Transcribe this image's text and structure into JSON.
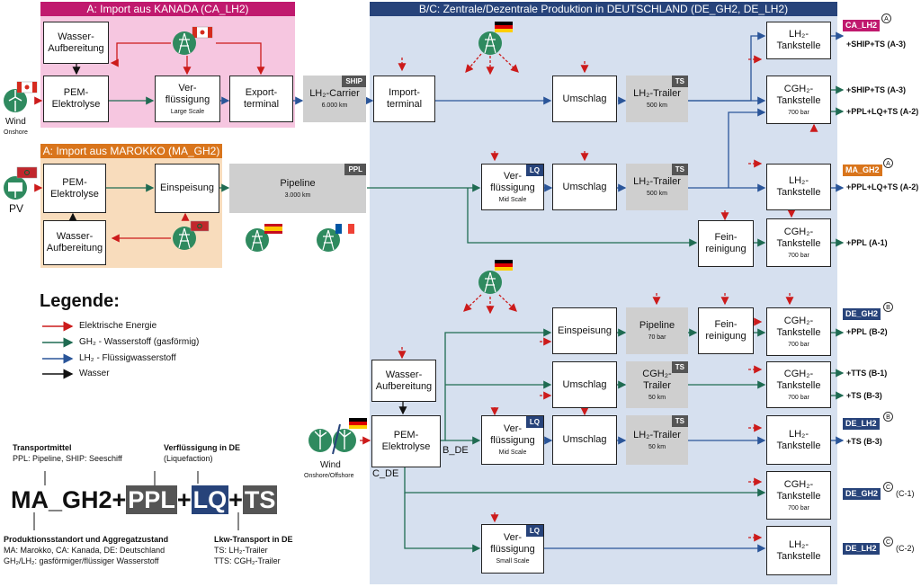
{
  "regions": {
    "kanada": {
      "title": "A: Import aus KANADA (CA_LH2)",
      "color": "#c0196e",
      "bg": "#f6c6e0"
    },
    "marokko": {
      "title": "A: Import aus MAROKKO (MA_GH2)",
      "color": "#d9751c",
      "bg": "#f8dcbc"
    },
    "deutschland": {
      "title": "B/C: Zentrale/Dezentrale Produktion in DEUTSCHLAND (DE_GH2, DE_LH2)",
      "color": "#27437a",
      "bg": "#d6e0ef"
    }
  },
  "boxes": {
    "ca_wasser": {
      "line1": "Wasser-",
      "line2": "Aufbereitung"
    },
    "ca_pem": {
      "line1": "PEM-",
      "line2": "Elektrolyse"
    },
    "ca_verf": {
      "line1": "Ver-",
      "line2": "flüssigung",
      "sub": "Large Scale"
    },
    "ca_export": {
      "line1": "Export-",
      "line2": "terminal"
    },
    "ma_pem": {
      "line1": "PEM-",
      "line2": "Elektrolyse"
    },
    "ma_einsp": {
      "line1": "Einspeisung"
    },
    "ma_wasser": {
      "line1": "Wasser-",
      "line2": "Aufbereitung"
    },
    "ship": {
      "line1": "LH₂-Carrier",
      "sub": "6.000 km",
      "tag": "SHIP"
    },
    "ppl": {
      "line1": "Pipeline",
      "sub": "3.000 km",
      "tag": "PPL"
    },
    "import": {
      "line1": "Import-",
      "line2": "terminal"
    },
    "um1": {
      "line1": "Umschlag"
    },
    "tr1": {
      "line1": "LH₂-Trailer",
      "sub": "500 km",
      "tag": "TS"
    },
    "verf2": {
      "line1": "Ver-",
      "line2": "flüssigung",
      "sub": "Mid Scale",
      "tag": "LQ"
    },
    "um2": {
      "line1": "Umschlag"
    },
    "tr2": {
      "line1": "LH₂-Trailer",
      "sub": "500 km",
      "tag": "TS"
    },
    "fein1": {
      "line1": "Fein-",
      "line2": "reinigung"
    },
    "t1": {
      "line1": "LH₂-",
      "line2": "Tankstelle"
    },
    "t2": {
      "line1": "CGH₂-",
      "line2": "Tankstelle",
      "sub": "700 bar"
    },
    "t3": {
      "line1": "LH₂-",
      "line2": "Tankstelle"
    },
    "t4": {
      "line1": "CGH₂-",
      "line2": "Tankstelle",
      "sub": "700 bar"
    },
    "einsp_de": {
      "line1": "Einspeisung"
    },
    "pipe_de": {
      "line1": "Pipeline",
      "sub": "70 bar"
    },
    "fein2": {
      "line1": "Fein-",
      "line2": "reinigung"
    },
    "t5": {
      "line1": "CGH₂-",
      "line2": "Tankstelle",
      "sub": "700 bar"
    },
    "wasser_de": {
      "line1": "Wasser-",
      "line2": "Aufbereitung"
    },
    "um3": {
      "line1": "Umschlag"
    },
    "cgtr": {
      "line1": "CGH₂-",
      "line2": "Trailer",
      "sub": "50 km",
      "tag": "TS"
    },
    "t6": {
      "line1": "CGH₂-",
      "line2": "Tankstelle",
      "sub": "700 bar"
    },
    "pem_de": {
      "line1": "PEM-",
      "line2": "Elektrolyse"
    },
    "verf3": {
      "line1": "Ver-",
      "line2": "flüssigung",
      "sub": "Mid Scale",
      "tag": "LQ"
    },
    "um4": {
      "line1": "Umschlag"
    },
    "tr3": {
      "line1": "LH₂-Trailer",
      "sub": "50 km",
      "tag": "TS"
    },
    "t7": {
      "line1": "LH₂-",
      "line2": "Tankstelle"
    },
    "t8": {
      "line1": "CGH₂-",
      "line2": "Tankstelle",
      "sub": "700 bar"
    },
    "verf4": {
      "line1": "Ver-",
      "line2": "flüssigung",
      "sub": "Small Scale",
      "tag": "LQ"
    },
    "t9": {
      "line1": "LH₂-",
      "line2": "Tankstelle"
    }
  },
  "routes": {
    "r1": "+SHIP+TS (A-3)",
    "r2": "+SHIP+TS (A-3)",
    "r3": "+PPL+LQ+TS (A-2)",
    "r4": "+PPL+LQ+TS (A-2)",
    "r5": "+PPL (A-1)",
    "r6": "+PPL (B-2)",
    "r7": "+TTS (B-1)",
    "r8": "+TS (B-3)",
    "r9": "+TS (B-3)",
    "r10": "(C-1)",
    "r11": "(C-2)"
  },
  "chips": {
    "ca_lh2": {
      "text": "CA_LH2",
      "badge": "A"
    },
    "ma_gh2": {
      "text": "MA_GH2",
      "badge": "A"
    },
    "de_gh2_b": {
      "text": "DE_GH2",
      "badge": "B"
    },
    "de_lh2_b": {
      "text": "DE_LH2",
      "badge": "B"
    },
    "de_gh2_c": {
      "text": "DE_GH2",
      "badge": "C"
    },
    "de_lh2_c": {
      "text": "DE_LH2",
      "badge": "C"
    }
  },
  "labels": {
    "wind1": "Wind",
    "wind1_sub": "Onshore",
    "pv": "PV",
    "wind2": "Wind",
    "wind2_sub": "Onshore/Offshore",
    "b_de": "B_DE",
    "c_de": "C_DE"
  },
  "legend": {
    "title": "Legende:",
    "items": [
      {
        "text": "Elektrische Energie",
        "color": "#cc1b1b"
      },
      {
        "text": "GH₂ - Wasserstoff (gasförmig)",
        "color": "#1f6b52"
      },
      {
        "text": "LH₂ - Flüssigwasserstoff",
        "color": "#2a5599"
      },
      {
        "text": "Wasser",
        "color": "#111111"
      }
    ]
  },
  "nomenclature": {
    "t1_bold": "Transportmittel",
    "t1_l1": "PPL: Pipeline, SHIP: Seeschiff",
    "t2_bold": "Verflüssigung in DE",
    "t2_l1": "(Liquefaction)",
    "code_a": "MA_GH2+",
    "code_b": "PPL",
    "code_c": "+",
    "code_d": "LQ",
    "code_e": "+",
    "code_f": "TS",
    "b1_bold": "Produktionsstandort und Aggregatzustand",
    "b1_l1": "MA: Marokko, CA: Kanada, DE: Deutschland",
    "b1_l2": "GH₂/LH₂: gasförmiger/flüssiger Wasserstoff",
    "b2_bold": "Lkw-Transport in DE",
    "b2_l1": "TS: LH₂-Trailer",
    "b2_l2": "TTS: CGH₂-Trailer"
  },
  "colors": {
    "electric": "#cc1b1b",
    "gas": "#1f6b52",
    "liquid": "#2a5599",
    "water": "#111111"
  }
}
